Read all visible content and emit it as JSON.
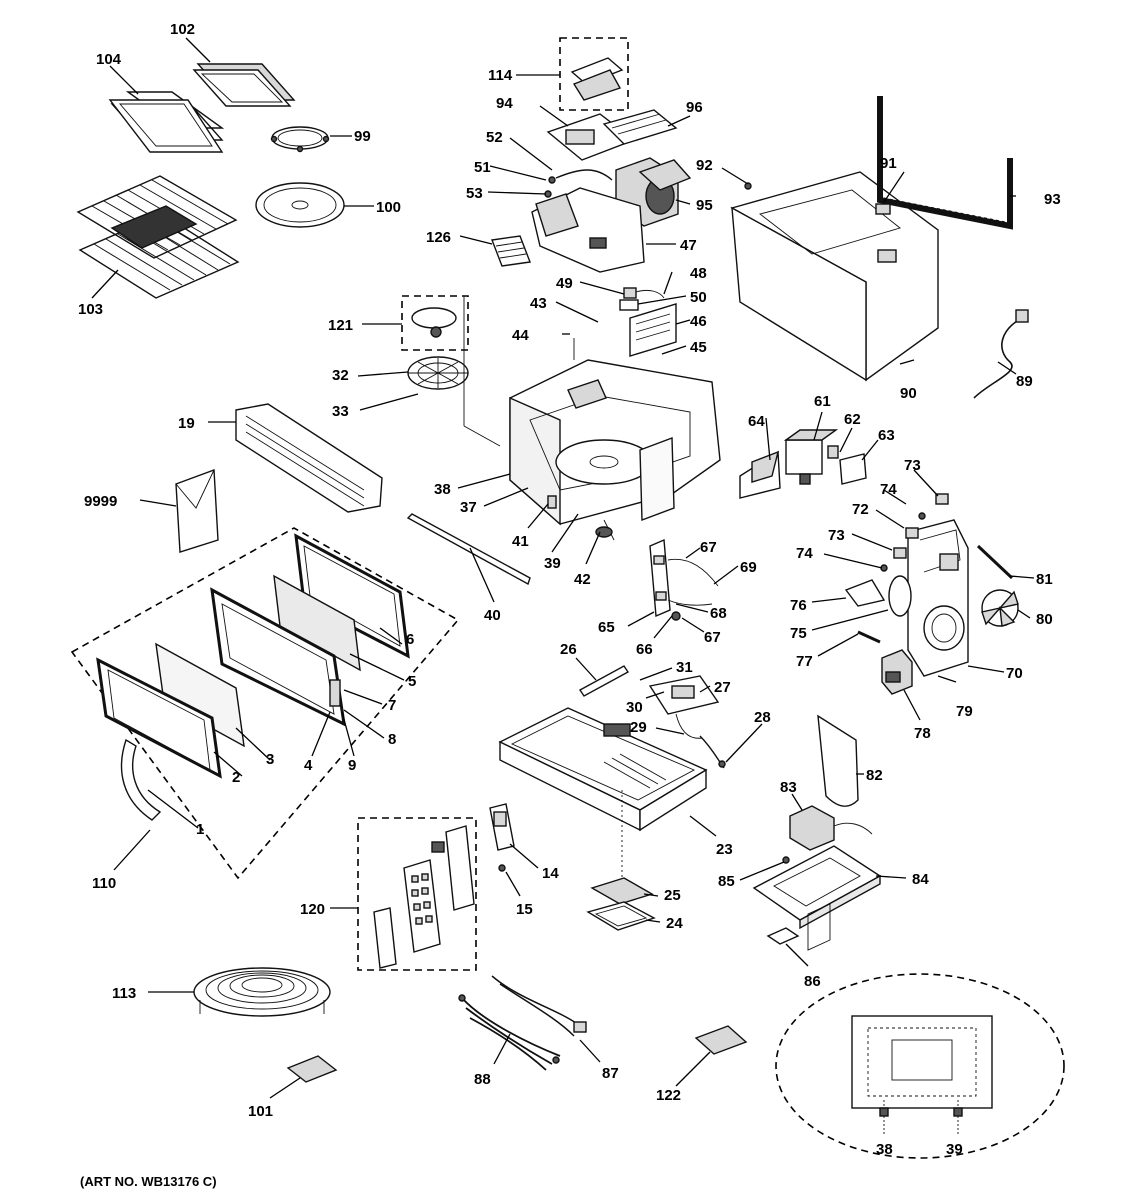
{
  "diagram": {
    "art_number": "(ART NO. WB13176 C)",
    "callouts": [
      "1",
      "2",
      "3",
      "4",
      "5",
      "6",
      "7",
      "8",
      "9",
      "14",
      "15",
      "19",
      "23",
      "24",
      "25",
      "26",
      "27",
      "28",
      "29",
      "30",
      "31",
      "32",
      "33",
      "37",
      "38",
      "39",
      "40",
      "41",
      "42",
      "43",
      "44",
      "45",
      "46",
      "47",
      "48",
      "49",
      "50",
      "51",
      "52",
      "53",
      "61",
      "62",
      "63",
      "64",
      "65",
      "66",
      "67",
      "68",
      "69",
      "70",
      "72",
      "73",
      "74",
      "75",
      "76",
      "77",
      "78",
      "79",
      "80",
      "81",
      "82",
      "83",
      "84",
      "85",
      "86",
      "87",
      "88",
      "89",
      "90",
      "91",
      "92",
      "93",
      "94",
      "95",
      "96",
      "99",
      "100",
      "101",
      "102",
      "103",
      "104",
      "110",
      "113",
      "114",
      "120",
      "121",
      "122",
      "126",
      "9999"
    ]
  }
}
